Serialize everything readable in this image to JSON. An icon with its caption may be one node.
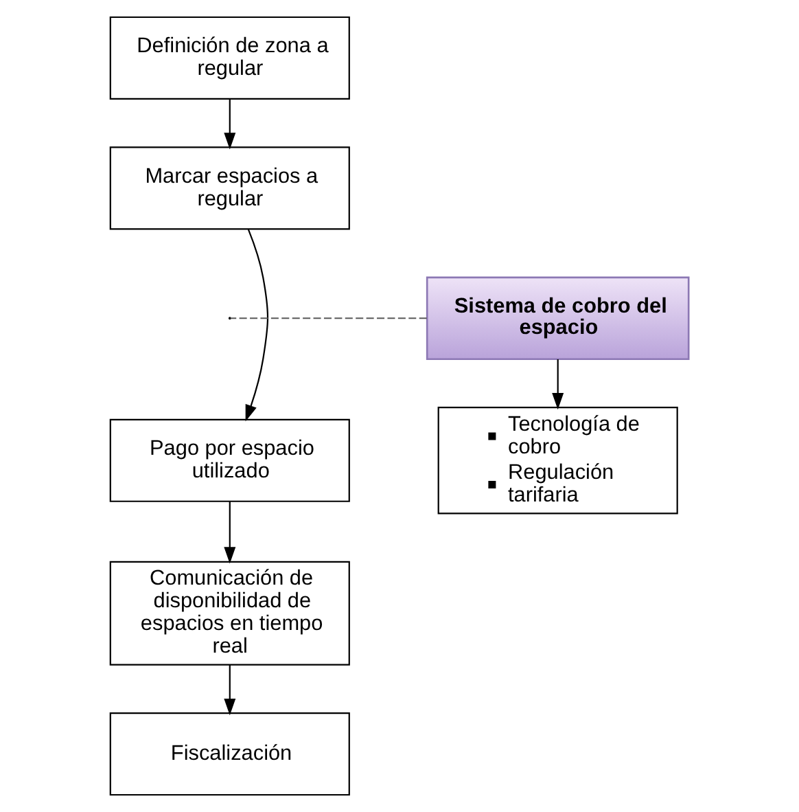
{
  "diagram": {
    "nodes": [
      {
        "text": [
          "Definición de zona a regular"
        ]
      },
      {
        "text": [
          "Marcar espacios a regular"
        ]
      },
      {
        "text": [
          "Sistema de cobro del espacio"
        ]
      },
      {
        "text": [
          "Pago por espacio utilizado"
        ]
      },
      {
        "text": [
          "Tecnología de cobro",
          "Regulación tarifaria"
        ]
      },
      {
        "text": [
          "Comunicación de disponibilidad de espacios en tiempo real"
        ]
      },
      {
        "text": [
          "Fiscalización"
        ]
      }
    ],
    "edges": [
      {
        "from": 0,
        "to": 1,
        "arrow": "to"
      },
      {
        "from": 1,
        "to": 3,
        "arrow": "to"
      },
      {
        "from": 2,
        "to": null,
        "arrow": "none",
        "style": "dashed",
        "color": "#595959"
      },
      {
        "from": 3,
        "to": 5,
        "arrow": "to"
      },
      {
        "from": 5,
        "to": 6,
        "arrow": "to"
      },
      {
        "from": 2,
        "to": 4,
        "arrow": "to"
      }
    ]
  }
}
